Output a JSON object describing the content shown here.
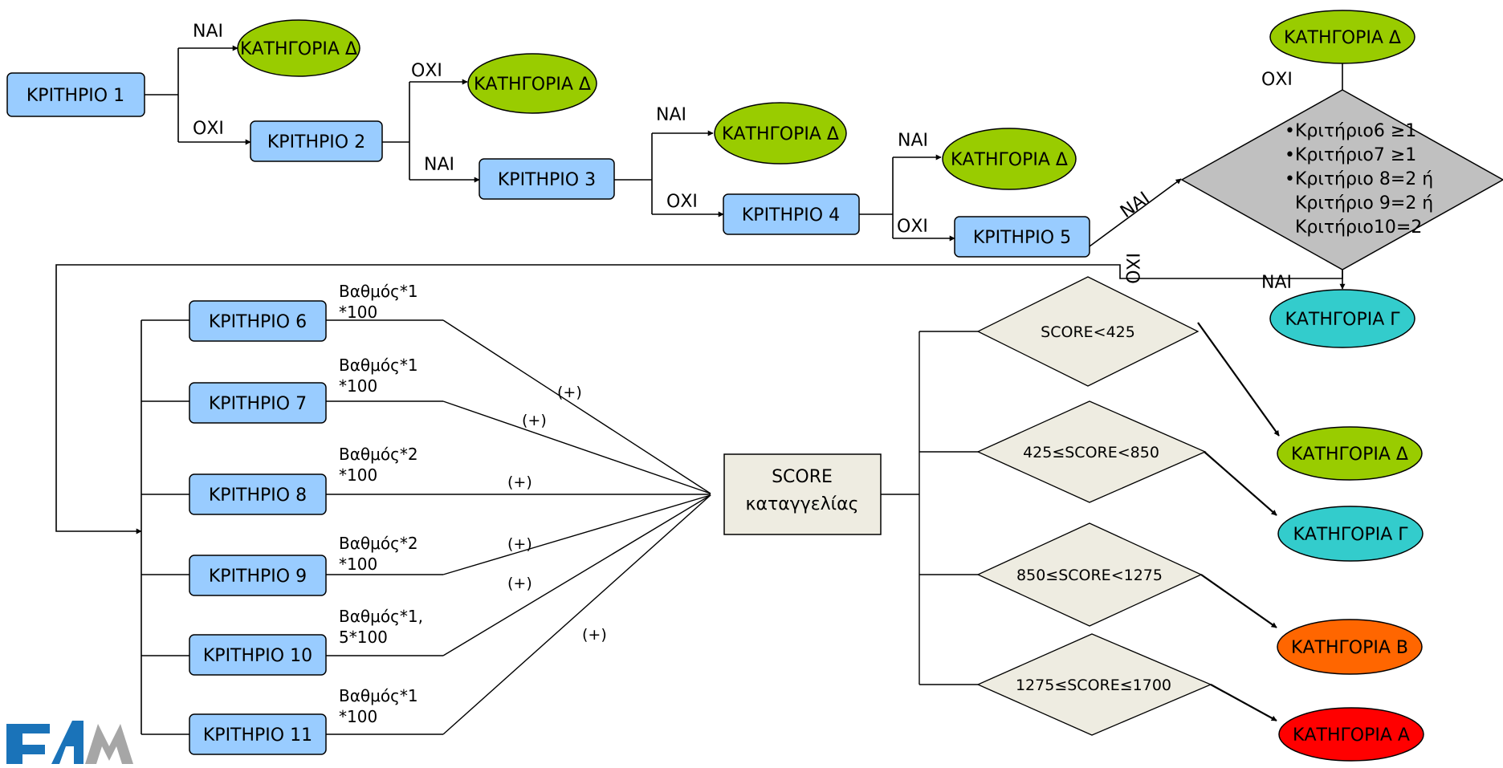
{
  "criteria": {
    "c1": "ΚΡΙΤΗΡΙΟ 1",
    "c2": "ΚΡΙΤΗΡΙΟ 2",
    "c3": "ΚΡΙΤΗΡΙΟ 3",
    "c4": "ΚΡΙΤΗΡΙΟ 4",
    "c5": "ΚΡΙΤΗΡΙΟ 5",
    "c6": "ΚΡΙΤΗΡΙΟ 6",
    "c7": "ΚΡΙΤΗΡΙΟ 7",
    "c8": "ΚΡΙΤΗΡΙΟ 8",
    "c9": "ΚΡΙΤΗΡΙΟ 9",
    "c10": "ΚΡΙΤΗΡΙΟ 10",
    "c11": "ΚΡΙΤΗΡΙΟ 11"
  },
  "categories": {
    "a": "ΚΑΤΗΓΟΡΙΑ Α",
    "b": "ΚΑΤΗΓΟΡΙΑ Β",
    "g": "ΚΑΤΗΓΟΡΙΑ Γ",
    "d": "ΚΑΤΗΓΟΡΙΑ Δ"
  },
  "answers": {
    "yes": "ΝΑΙ",
    "no": "ΟΧΙ",
    "no_rotated": "ΙΧΟ"
  },
  "condition_diamond": [
    "•Κριτήριο6 ≥1",
    "•Κριτήριο7 ≥1",
    "•Κριτήριο 8=2 ή",
    "Κριτήριο 9=2 ή",
    "Κριτήριο10=2"
  ],
  "weights": {
    "w6": [
      "Βαθμός*1",
      "*100"
    ],
    "w7": [
      "Βαθμός*1",
      "*100"
    ],
    "w8": [
      "Βαθμός*2",
      "*100"
    ],
    "w9": [
      "Βαθμός*2",
      "*100"
    ],
    "w10": [
      "Βαθμός*1,",
      "5*100"
    ],
    "w11": [
      "Βαθμός*1",
      "*100"
    ]
  },
  "plus": "(+)",
  "score_box": [
    "SCORE",
    "καταγγελίας"
  ],
  "score_ranges": {
    "r1": "SCORE<425",
    "r2": "425≤SCORE<850",
    "r3": "850≤SCORE<1275",
    "r4": "1275≤SCORE≤1700"
  },
  "colors": {
    "criterion_fill": "#99ccff",
    "category_d_fill": "#99cc00",
    "category_g_fill": "#33cccc",
    "category_b_fill": "#ff6600",
    "category_a_fill": "#ff0000",
    "condition_diamond_fill": "#c0c0c0",
    "score_fill": "#eeece1",
    "logo_blue": "#1a73b9",
    "logo_gray": "#a6a6a6"
  }
}
